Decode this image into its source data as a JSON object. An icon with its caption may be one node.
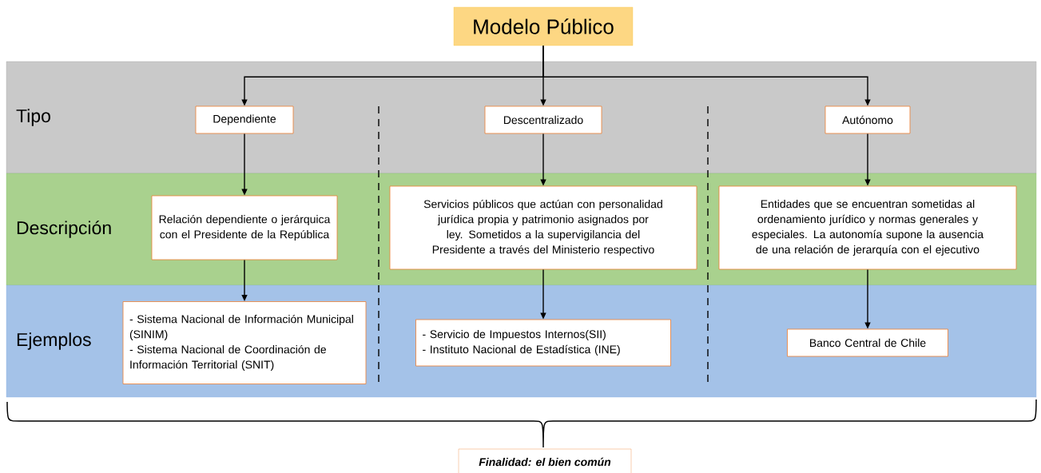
{
  "diagram": {
    "nodes": [
      {
        "text": [
          "Modelo Público"
        ]
      },
      {
        "text": [
          "Tipo"
        ]
      },
      {
        "text": [
          "Dependiente"
        ],
        "in": 1
      },
      {
        "text": [
          "Descentralizado"
        ],
        "in": 1
      },
      {
        "text": [
          "Autónomo"
        ],
        "in": 1
      },
      {
        "text": [
          "Descripción"
        ]
      },
      {
        "text": [
          "Relación dependiente o jerárquica con el Presidente de la República"
        ],
        "in": 5
      },
      {
        "text": [
          "Servicios públicos que actúan con personalidad jurídica propia y patrimonio asignados por ley. Sometidos a la supervigilancia del Presidente a través del Ministerio respectivo"
        ],
        "in": 5
      },
      {
        "text": [
          "Entidades que se encuentran sometidas al ordenamiento jurídico y normas generales y especiales. La autonomía supone la ausencia de una relación de jerarquía con el ejecutivo"
        ],
        "in": 5
      },
      {
        "text": [
          "Ejemplos"
        ]
      },
      {
        "text": [
          "- Sistema Nacional de Información Municipal (SINIM)",
          "- Sistema Nacional de Coordinación de Información Territorial (SNIT)"
        ],
        "in": 9
      },
      {
        "text": [
          "- Servicio de Impuestos Internos(SII)",
          "- Instituto Nacional de Estadística (INE)"
        ],
        "in": 9
      },
      {
        "text": [
          "Banco Central de Chile"
        ],
        "in": 9
      },
      {
        "text": [
          "Finalidad: el bien común"
        ]
      }
    ],
    "edges": [
      {
        "from": 0,
        "to": 2,
        "arrow": "to"
      },
      {
        "from": 0,
        "to": 3,
        "arrow": "to"
      },
      {
        "from": 0,
        "to": 4,
        "arrow": "to"
      },
      {
        "from": 2,
        "to": 6,
        "arrow": "to"
      },
      {
        "from": 3,
        "to": 7,
        "arrow": "to"
      },
      {
        "from": 4,
        "to": 8,
        "arrow": "to"
      },
      {
        "from": 6,
        "to": 10,
        "arrow": "to"
      },
      {
        "from": 7,
        "to": 11,
        "arrow": "to"
      },
      {
        "from": 8,
        "to": 12,
        "arrow": "to"
      }
    ]
  }
}
